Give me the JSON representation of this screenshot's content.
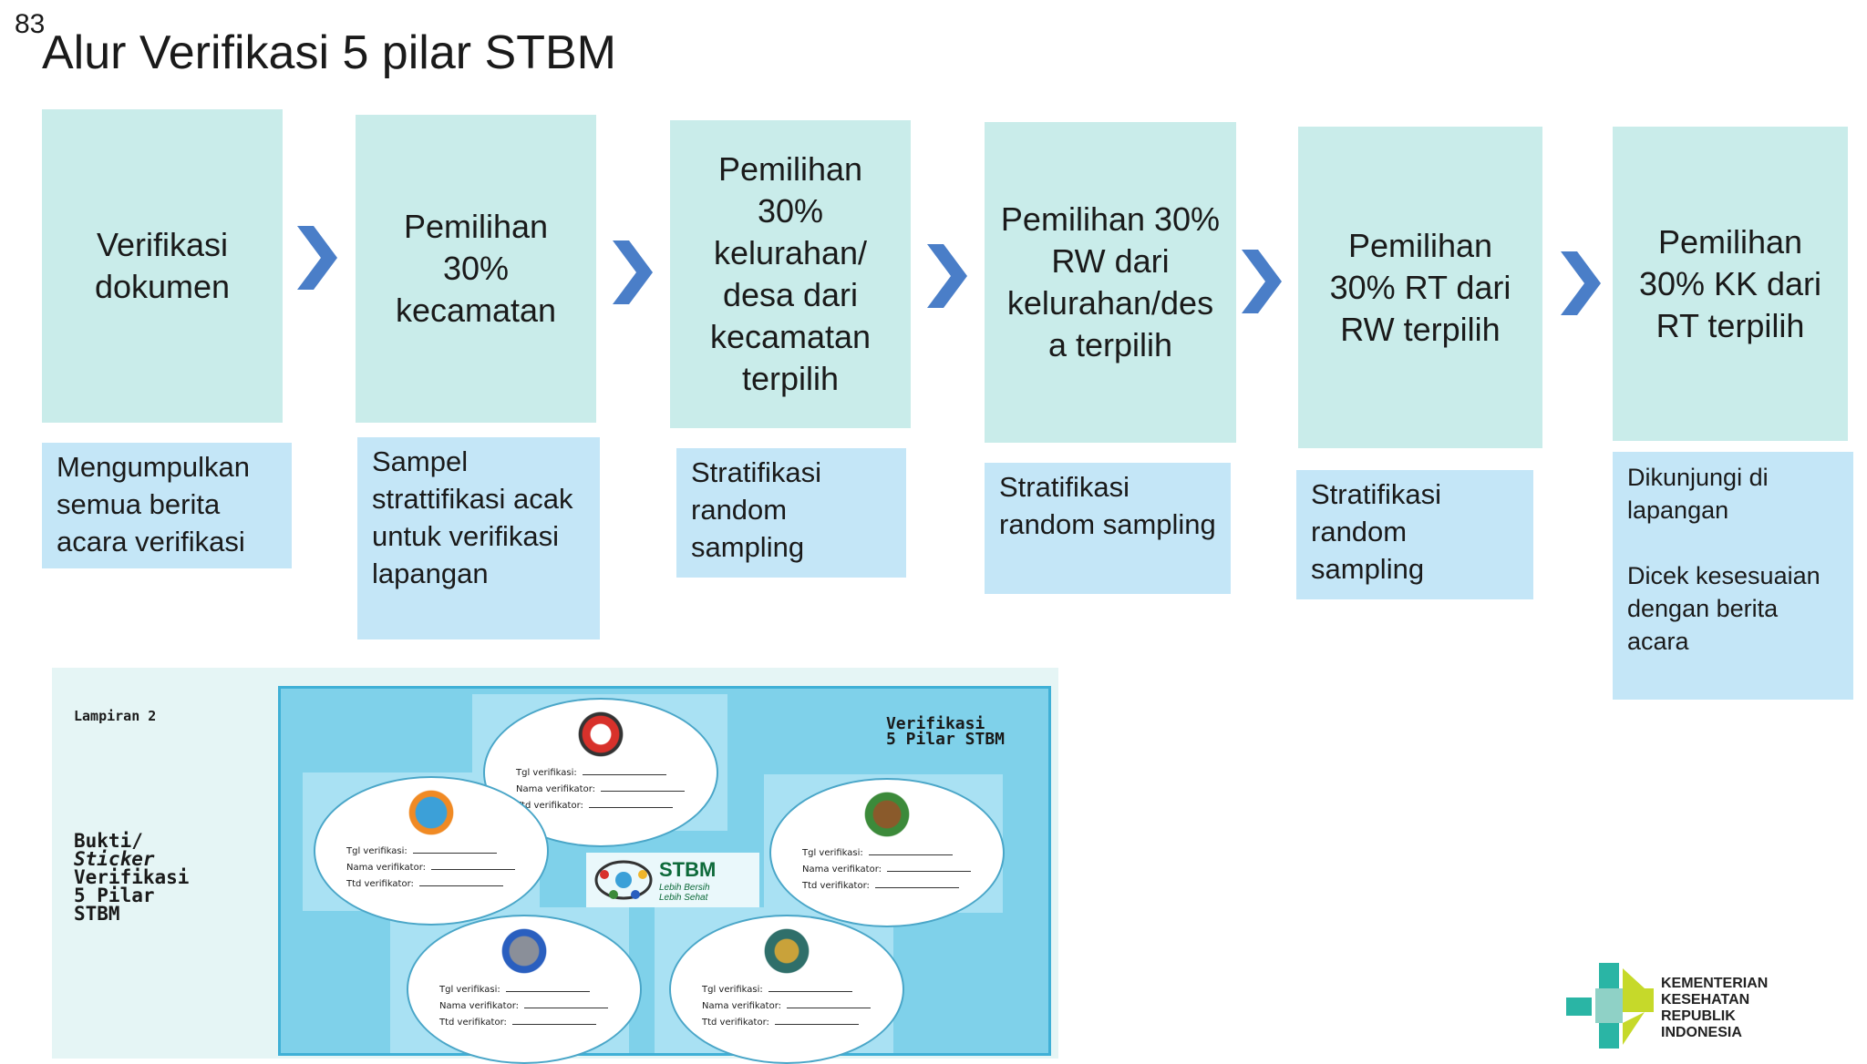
{
  "slide_number": "83",
  "title": "Alur Verifikasi 5 pilar STBM",
  "steps": [
    {
      "label": "Verifikasi dokumen",
      "desc": "Mengumpulkan semua berita acara verifikasi"
    },
    {
      "label": "Pemilihan 30% kecamatan",
      "desc": "Sampel strattifikasi acak untuk verifikasi lapangan"
    },
    {
      "label": "Pemilihan 30% kelurahan/ desa dari kecamatan terpilih",
      "desc": "Stratifikasi random sampling"
    },
    {
      "label": "Pemilihan 30% RW dari kelurahan/des a terpilih",
      "desc": "Stratifikasi random sampling"
    },
    {
      "label": "Pemilihan 30% RT dari RW terpilih",
      "desc": "Stratifikasi random sampling"
    },
    {
      "label": "Pemilihan 30% KK dari RT terpilih",
      "desc_line1": "Dikunjungi di lapangan",
      "desc_line2": "Dicek kesesuaian dengan berita acara"
    }
  ],
  "figure": {
    "lampiran": "Lampiran 2",
    "bukti_lines": [
      "Bukti/",
      "Sticker",
      "Verifikasi",
      "5 Pilar",
      "STBM"
    ],
    "verifikasi_lines": [
      "Verifikasi",
      "5 Pilar STBM"
    ],
    "field_tgl": "Tgl verifikasi:",
    "field_nama": "Nama verifikator:",
    "field_ttd": "Ttd verifikator:",
    "stbm_logo": "STBM",
    "stbm_tagline_1": "Lebih Bersih",
    "stbm_tagline_2": "Lebih Sehat"
  },
  "ministry_logo_lines": [
    "KEMENTERIAN",
    "KESEHATAN",
    "REPUBLIK",
    "INDONESIA"
  ],
  "colors": {
    "step_fill": "#c9ecea",
    "desc_fill": "#c4e6f7",
    "arrow": "#4a7ec8"
  }
}
